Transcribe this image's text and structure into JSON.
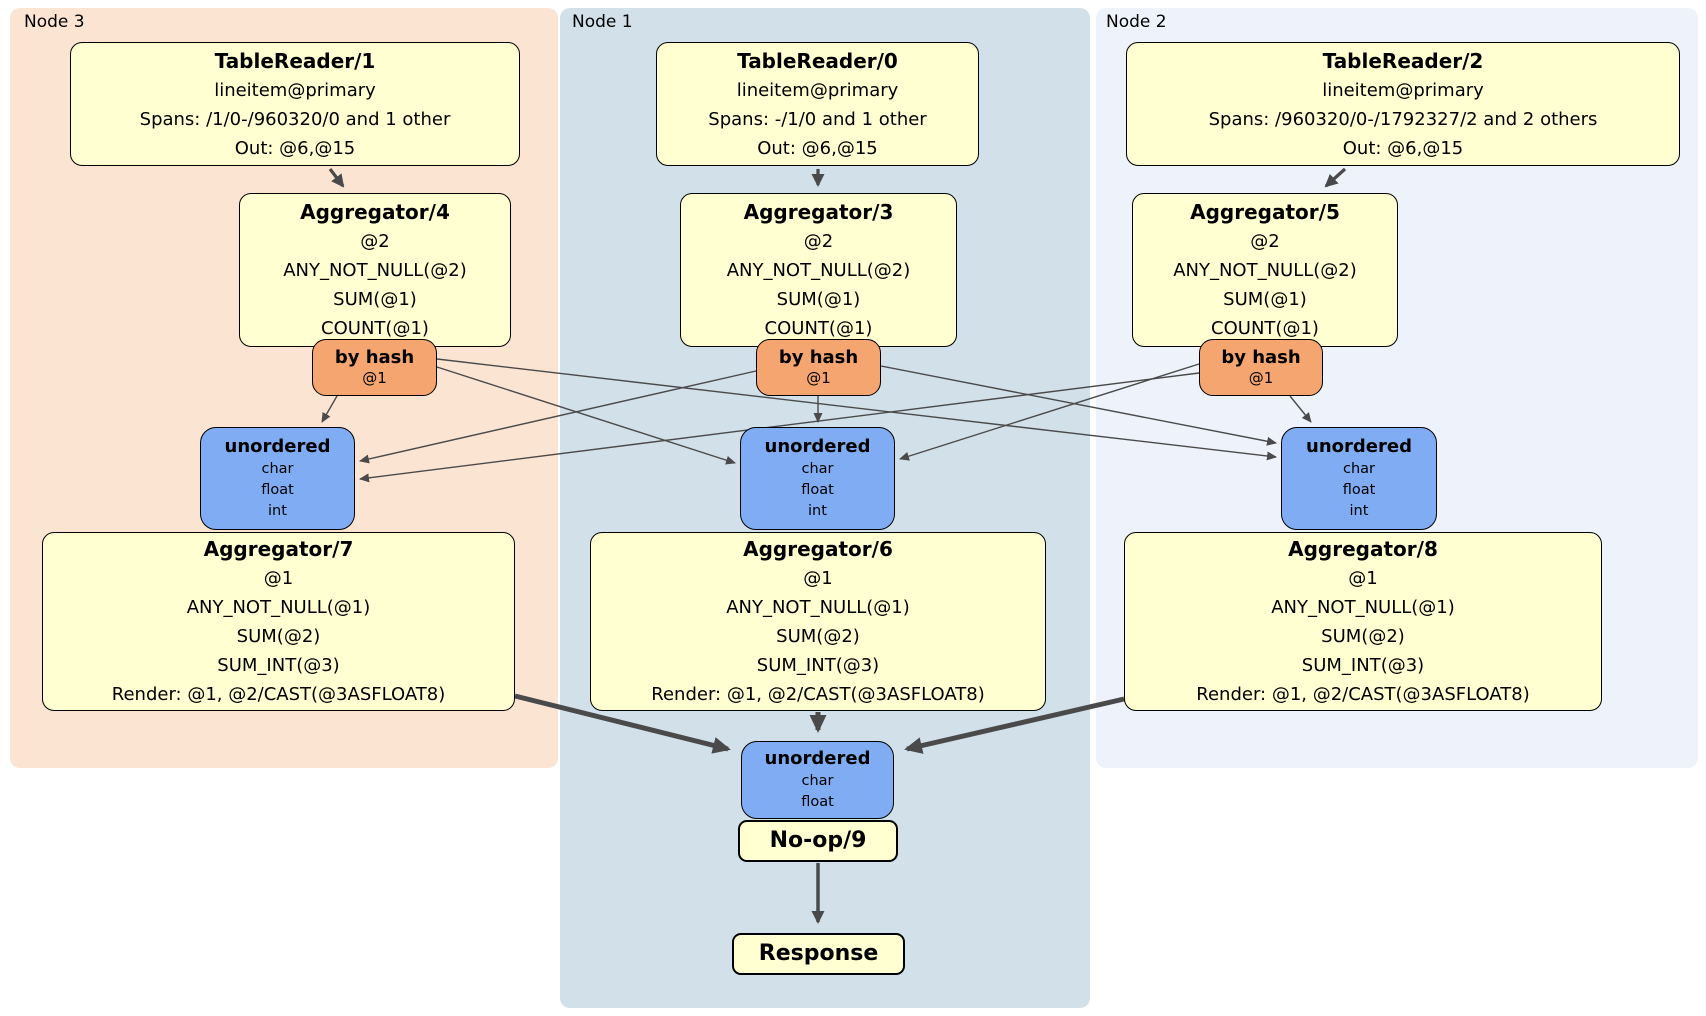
{
  "regions": {
    "node3": {
      "label": "Node 3",
      "table_reader": {
        "title": "TableReader/1",
        "lines": [
          "lineitem@primary",
          "Spans: /1/0-/960320/0 and 1 other",
          "Out: @6,@15"
        ]
      },
      "aggregator_top": {
        "title": "Aggregator/4",
        "lines": [
          "@2",
          "ANY_NOT_NULL(@2)",
          "SUM(@1)",
          "COUNT(@1)"
        ]
      },
      "router": {
        "title": "by hash",
        "detail": "@1"
      },
      "sync": {
        "title": "unordered",
        "streams": [
          "char",
          "float",
          "int"
        ]
      },
      "aggregator_bottom": {
        "title": "Aggregator/7",
        "lines": [
          "@1",
          "ANY_NOT_NULL(@1)",
          "SUM(@2)",
          "SUM_INT(@3)",
          "Render: @1, @2/CAST(@3ASFLOAT8)"
        ]
      }
    },
    "node1": {
      "label": "Node 1",
      "table_reader": {
        "title": "TableReader/0",
        "lines": [
          "lineitem@primary",
          "Spans: -/1/0 and 1 other",
          "Out: @6,@15"
        ]
      },
      "aggregator_top": {
        "title": "Aggregator/3",
        "lines": [
          "@2",
          "ANY_NOT_NULL(@2)",
          "SUM(@1)",
          "COUNT(@1)"
        ]
      },
      "router": {
        "title": "by hash",
        "detail": "@1"
      },
      "sync": {
        "title": "unordered",
        "streams": [
          "char",
          "float",
          "int"
        ]
      },
      "aggregator_bottom": {
        "title": "Aggregator/6",
        "lines": [
          "@1",
          "ANY_NOT_NULL(@1)",
          "SUM(@2)",
          "SUM_INT(@3)",
          "Render: @1, @2/CAST(@3ASFLOAT8)"
        ]
      }
    },
    "node2": {
      "label": "Node 2",
      "table_reader": {
        "title": "TableReader/2",
        "lines": [
          "lineitem@primary",
          "Spans: /960320/0-/1792327/2 and 2 others",
          "Out: @6,@15"
        ]
      },
      "aggregator_top": {
        "title": "Aggregator/5",
        "lines": [
          "@2",
          "ANY_NOT_NULL(@2)",
          "SUM(@1)",
          "COUNT(@1)"
        ]
      },
      "router": {
        "title": "by hash",
        "detail": "@1"
      },
      "sync": {
        "title": "unordered",
        "streams": [
          "char",
          "float",
          "int"
        ]
      },
      "aggregator_bottom": {
        "title": "Aggregator/8",
        "lines": [
          "@1",
          "ANY_NOT_NULL(@1)",
          "SUM(@2)",
          "SUM_INT(@3)",
          "Render: @1, @2/CAST(@3ASFLOAT8)"
        ]
      }
    }
  },
  "final_stage": {
    "sync": {
      "title": "unordered",
      "streams": [
        "char",
        "float"
      ]
    },
    "noop_label": "No-op/9",
    "response_label": "Response"
  },
  "colors": {
    "node3_bg": "#fce4d3",
    "node1_bg": "#d2e0ea",
    "node2_bg": "#edf2fb",
    "processor_bg": "#ffffd2",
    "router_bg": "#f5a56f",
    "sync_bg": "#80acf3",
    "edge": "#4a4a4a"
  }
}
